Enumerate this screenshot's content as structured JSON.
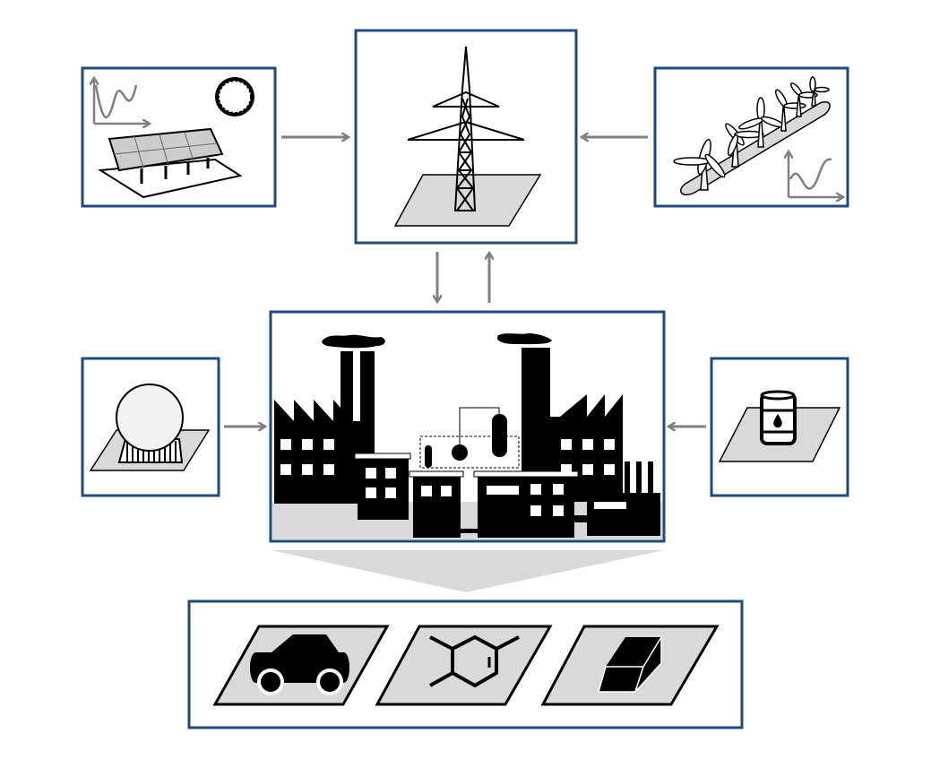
{
  "colors": {
    "box_border": "#1f4a7c",
    "arrow": "#808080",
    "ground": "#d9d9d9",
    "icon": "#000000"
  },
  "nodes": [
    {
      "id": "solar",
      "icon": "solar-panel-icon"
    },
    {
      "id": "grid",
      "icon": "power-pylon-icon"
    },
    {
      "id": "wind",
      "icon": "wind-farm-icon"
    },
    {
      "id": "gas-storage",
      "icon": "gas-tank-icon"
    },
    {
      "id": "industry",
      "icon": "factory-icon"
    },
    {
      "id": "oil",
      "icon": "oil-barrel-icon"
    },
    {
      "id": "products",
      "icons": [
        "car-icon",
        "molecule-icon",
        "ingot-icon"
      ]
    }
  ]
}
